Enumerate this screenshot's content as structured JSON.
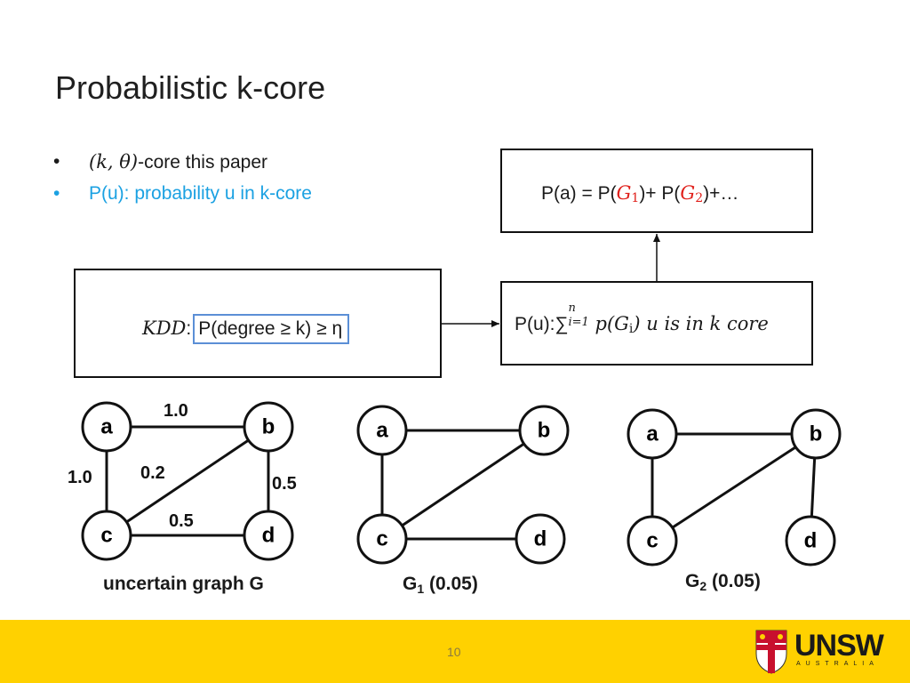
{
  "title": "Probabilistic k-core",
  "bullets": [
    {
      "marker": "•",
      "math": "(k, θ)",
      "text": "-core this paper"
    },
    {
      "marker": "•",
      "text": "P(u): probability u in k-core"
    }
  ],
  "box_pa": {
    "prefix": "P(a) = P(",
    "g1": "G",
    "g1_sub": "1",
    "mid": ")+ P(",
    "g2": "G",
    "g2_sub": "2",
    "suffix": ")+…"
  },
  "box_pu": {
    "prefix": "P(u):",
    "sum": "∑",
    "sum_sup": "n",
    "sum_sub": "i=1",
    "expr": "p(G",
    "expr_sub": "i",
    "expr_tail": ") u is in k core"
  },
  "box_kdd": {
    "label": "KDD",
    "colon": ":",
    "condition": "P(degree ≥ k) ≥ η"
  },
  "graphs": [
    {
      "caption": "uncertain graph G",
      "nodes": [
        "a",
        "b",
        "c",
        "d"
      ],
      "edges": [
        {
          "from": "a",
          "to": "b",
          "weight": "1.0"
        },
        {
          "from": "a",
          "to": "c",
          "weight": "1.0"
        },
        {
          "from": "c",
          "to": "b",
          "weight": "0.2"
        },
        {
          "from": "b",
          "to": "d",
          "weight": "0.5"
        },
        {
          "from": "c",
          "to": "d",
          "weight": "0.5"
        }
      ]
    },
    {
      "caption": "G",
      "caption_sub": "1",
      "caption_tail": " (0.05)",
      "nodes": [
        "a",
        "b",
        "c",
        "d"
      ],
      "edges": [
        {
          "from": "a",
          "to": "b"
        },
        {
          "from": "a",
          "to": "c"
        },
        {
          "from": "c",
          "to": "b"
        },
        {
          "from": "c",
          "to": "d"
        }
      ]
    },
    {
      "caption": "G",
      "caption_sub": "2",
      "caption_tail": " (0.05)",
      "nodes": [
        "a",
        "b",
        "c",
        "d"
      ],
      "edges": [
        {
          "from": "a",
          "to": "b"
        },
        {
          "from": "a",
          "to": "c"
        },
        {
          "from": "c",
          "to": "b"
        },
        {
          "from": "b",
          "to": "d"
        }
      ]
    }
  ],
  "footer": {
    "page_number": "10",
    "logo_text": "UNSW",
    "logo_subtext": "AUSTRALIA"
  },
  "colors": {
    "footer": "#ffd100",
    "accent_blue": "#1ba1e2",
    "highlight_box": "#5b8fd6",
    "red_math": "#e0201b"
  }
}
